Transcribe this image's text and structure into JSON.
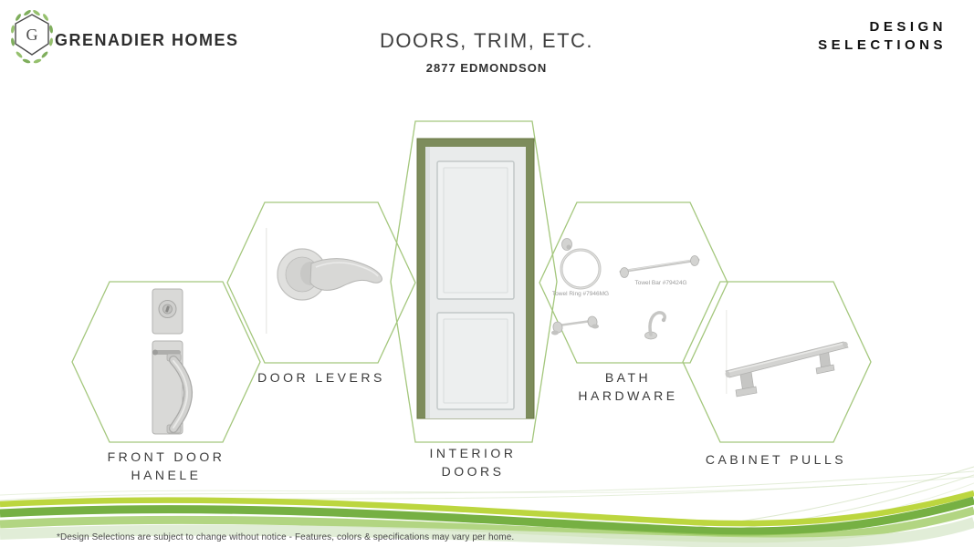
{
  "header": {
    "brand": "GRENADIER HOMES",
    "logo_letter": "G",
    "title": "DOORS, TRIM, ETC.",
    "subtitle": "2877 EDMONDSON",
    "corner_line1": "DESIGN",
    "corner_line2": "SELECTIONS"
  },
  "hexagons": [
    {
      "id": "front-door-handle",
      "label_line1": "FRONT DOOR",
      "label_line2": "HANELE"
    },
    {
      "id": "door-levers",
      "label_line1": "DOOR LEVERS",
      "label_line2": ""
    },
    {
      "id": "interior-doors",
      "label_line1": "INTERIOR",
      "label_line2": "DOORS"
    },
    {
      "id": "bath-hardware",
      "label_line1": "BATH",
      "label_line2": "HARDWARE",
      "captions": [
        "Towel Ring #7946MG",
        "Towel Bar #79424G"
      ]
    },
    {
      "id": "cabinet-pulls",
      "label_line1": "CABINET PULLS",
      "label_line2": ""
    }
  ],
  "footer": {
    "disclaimer": "*Design Selections are subject to change without notice - Features, colors & specifications may vary per home."
  },
  "colors": {
    "hexagon_outline": "#a4c77d",
    "wave_yellow_green": "#bcd63f",
    "wave_green": "#76b043",
    "wave_light_green": "#9fca63",
    "door_frame_olive": "#7d8c5c",
    "hardware_nickel": "#cfcfcd",
    "text_dark": "#2e2e2e"
  }
}
